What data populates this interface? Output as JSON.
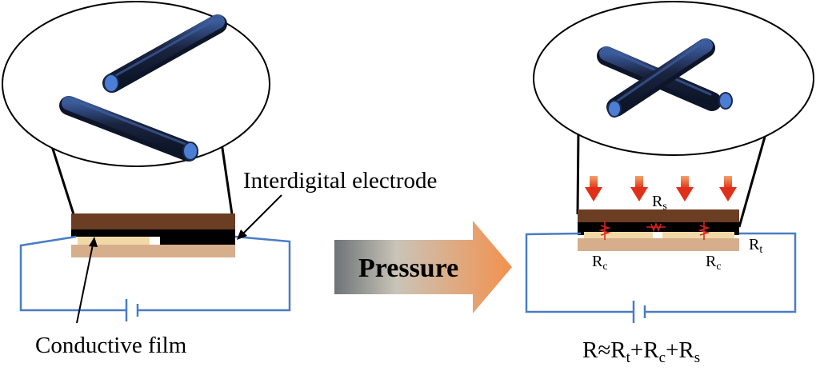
{
  "labels": {
    "interdigital_electrode": "Interdigital electrode",
    "conductive_film": "Conductive film",
    "pressure": "Pressure",
    "rs_main": "R",
    "rs_sub": "s",
    "rc_left_main": "R",
    "rc_left_sub": "c",
    "rc_right_main": "R",
    "rc_right_sub": "c",
    "rt_main": "R",
    "rt_sub": "t",
    "formula": {
      "lhs": "R≈R",
      "t": "t",
      "plus1": "+R",
      "c": "c",
      "plus2": "+R",
      "s": "s"
    }
  },
  "colors": {
    "top_layer": "#6b3d23",
    "electrode": "#000000",
    "film_light": "#f0d9a6",
    "substrate": "#d7ae8c",
    "wire": "#4a7cc5",
    "arrow_red": "#e03a1a",
    "resistor": "#d7261e",
    "fiber": "#1b2a4a"
  },
  "icons": [
    "nanofiber-icon",
    "pressure-arrow-icon",
    "battery-icon",
    "resistor-icon"
  ]
}
